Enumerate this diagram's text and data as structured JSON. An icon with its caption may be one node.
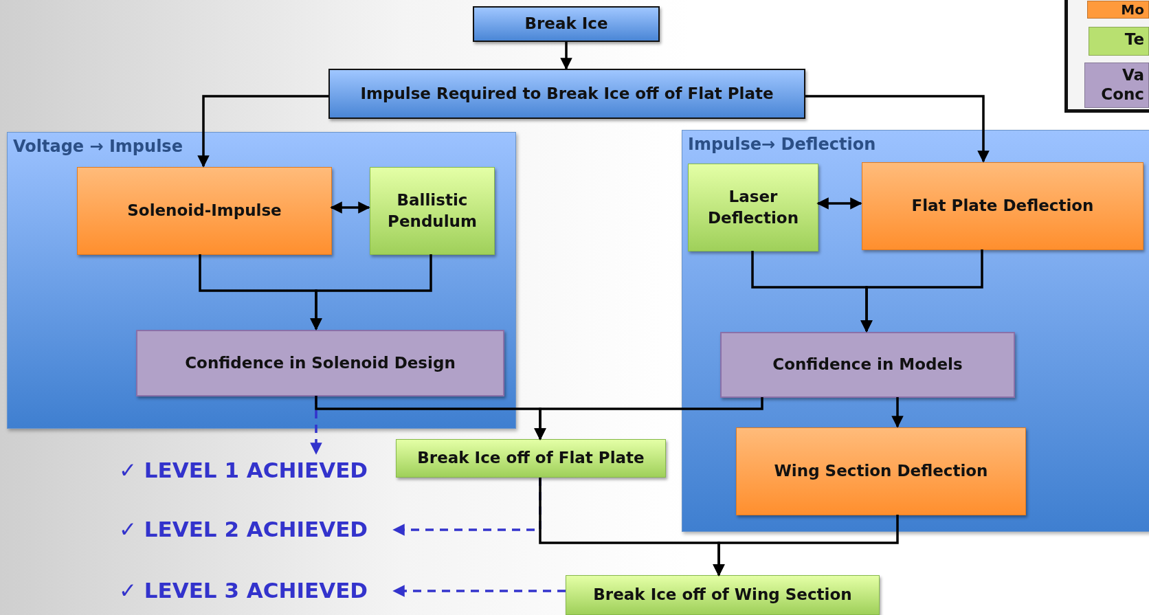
{
  "diagram": {
    "nodes": [
      {
        "text": [
          "Break Ice"
        ]
      },
      {
        "text": [
          "Impulse Required to Break Ice off of Flat Plate"
        ]
      },
      {
        "text": [
          "Voltage → Impulse"
        ]
      },
      {
        "text": [
          "Solenoid-Impulse"
        ],
        "in": 2
      },
      {
        "text": [
          "Ballistic Pendulum"
        ],
        "in": 2
      },
      {
        "text": [
          "Confidence in Solenoid Design"
        ],
        "in": 2
      },
      {
        "text": [
          "✓ LEVEL 1 ACHIEVED"
        ]
      },
      {
        "text": [
          "Impulse→ Deflection"
        ]
      },
      {
        "text": [
          "Laser Deflection"
        ],
        "in": 7
      },
      {
        "text": [
          "Flat Plate Deflection"
        ],
        "in": 7
      },
      {
        "text": [
          "Confidence in Models"
        ],
        "in": 7
      },
      {
        "text": [
          "Wing Section Deflection"
        ],
        "in": 7
      },
      {
        "text": [
          "Break Ice off of Flat Plate"
        ]
      },
      {
        "text": [
          "✓ LEVEL 2 ACHIEVED"
        ]
      },
      {
        "text": [
          "✓ LEVEL 3 ACHIEVED"
        ]
      },
      {
        "text": [
          "Break Ice off of Wing Section"
        ]
      }
    ],
    "edges": [
      {
        "from": 0,
        "to": 1,
        "arrow": "to"
      },
      {
        "from": 1,
        "to": 3,
        "arrow": "to"
      },
      {
        "from": 1,
        "to": 9,
        "arrow": "to"
      },
      {
        "from": 3,
        "to": 4,
        "arrow": "both"
      },
      {
        "from": 3,
        "to": 5,
        "arrow": "to"
      },
      {
        "from": 4,
        "to": 5,
        "arrow": "to"
      },
      {
        "from": 8,
        "to": 9,
        "arrow": "both"
      },
      {
        "from": 8,
        "to": 10,
        "arrow": "to"
      },
      {
        "from": 9,
        "to": 10,
        "arrow": "to"
      },
      {
        "from": 10,
        "to": 11,
        "arrow": "to"
      },
      {
        "from": 5,
        "to": 12,
        "arrow": "to"
      },
      {
        "from": 10,
        "to": 12,
        "arrow": "to"
      },
      {
        "from": 5,
        "to": 6,
        "arrow": "to",
        "style": "dashed",
        "color": "#3333cc"
      },
      {
        "from": 12,
        "to": 13,
        "arrow": "to",
        "style": "dashed",
        "color": "#3333cc"
      },
      {
        "from": 12,
        "to": 15,
        "arrow": "to"
      },
      {
        "from": 11,
        "to": 15,
        "arrow": "to"
      },
      {
        "from": 15,
        "to": 14,
        "arrow": "to",
        "style": "dashed",
        "color": "#3333cc"
      }
    ],
    "legend": [
      {
        "text": "Mo",
        "color": "#ff9a3c"
      },
      {
        "text": "Te",
        "color": "#b8e070"
      },
      {
        "text": "Va Conc",
        "color": "#b1a0c7"
      }
    ]
  }
}
